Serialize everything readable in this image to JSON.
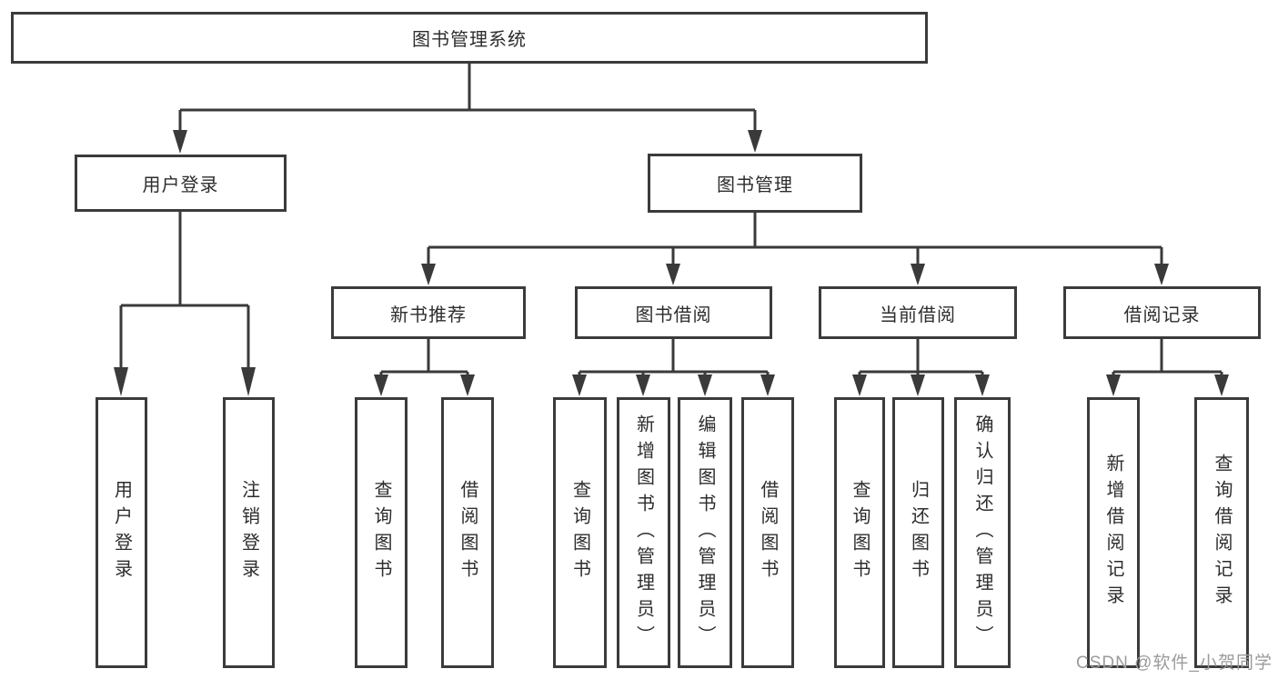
{
  "diagram": {
    "type": "hierarchy-flowchart",
    "root": {
      "label": "图书管理系统"
    },
    "level2": [
      {
        "id": "user-login-branch",
        "label": "用户登录"
      },
      {
        "id": "book-management-branch",
        "label": "图书管理"
      }
    ],
    "level3": [
      {
        "id": "new-book-recommend",
        "label": "新书推荐",
        "parent": "图书管理"
      },
      {
        "id": "book-borrow",
        "label": "图书借阅",
        "parent": "图书管理"
      },
      {
        "id": "current-borrow",
        "label": "当前借阅",
        "parent": "图书管理"
      },
      {
        "id": "borrow-records",
        "label": "借阅记录",
        "parent": "图书管理"
      }
    ],
    "leaves": [
      {
        "id": "user-login",
        "label": "用户登录",
        "parent": "用户登录"
      },
      {
        "id": "logout",
        "label": "注销登录",
        "parent": "用户登录"
      },
      {
        "id": "query-books-1",
        "label": "查询图书",
        "parent": "新书推荐"
      },
      {
        "id": "borrow-books-1",
        "label": "借阅图书",
        "parent": "新书推荐"
      },
      {
        "id": "query-books-2",
        "label": "查询图书",
        "parent": "图书借阅"
      },
      {
        "id": "add-book-admin",
        "label": "新增图书（管理员）",
        "parent": "图书借阅"
      },
      {
        "id": "edit-book-admin",
        "label": "编辑图书（管理员）",
        "parent": "图书借阅"
      },
      {
        "id": "borrow-books-2",
        "label": "借阅图书",
        "parent": "图书借阅"
      },
      {
        "id": "query-books-3",
        "label": "查询图书",
        "parent": "当前借阅"
      },
      {
        "id": "return-books",
        "label": "归还图书",
        "parent": "当前借阅"
      },
      {
        "id": "confirm-return-admin",
        "label": "确认归还（管理员）",
        "parent": "当前借阅"
      },
      {
        "id": "add-borrow-record",
        "label": "新增借阅记录",
        "parent": "借阅记录"
      },
      {
        "id": "query-borrow-record",
        "label": "查询借阅记录",
        "parent": "借阅记录"
      }
    ]
  },
  "watermark": {
    "text": "CSDN @软件_小贺同学",
    "color": "#9b9b9b"
  },
  "colors": {
    "background": "#ffffff",
    "box_border": "#3b3b3b",
    "connector_line": "#3a3a3a",
    "text": "#2d2d2d"
  }
}
